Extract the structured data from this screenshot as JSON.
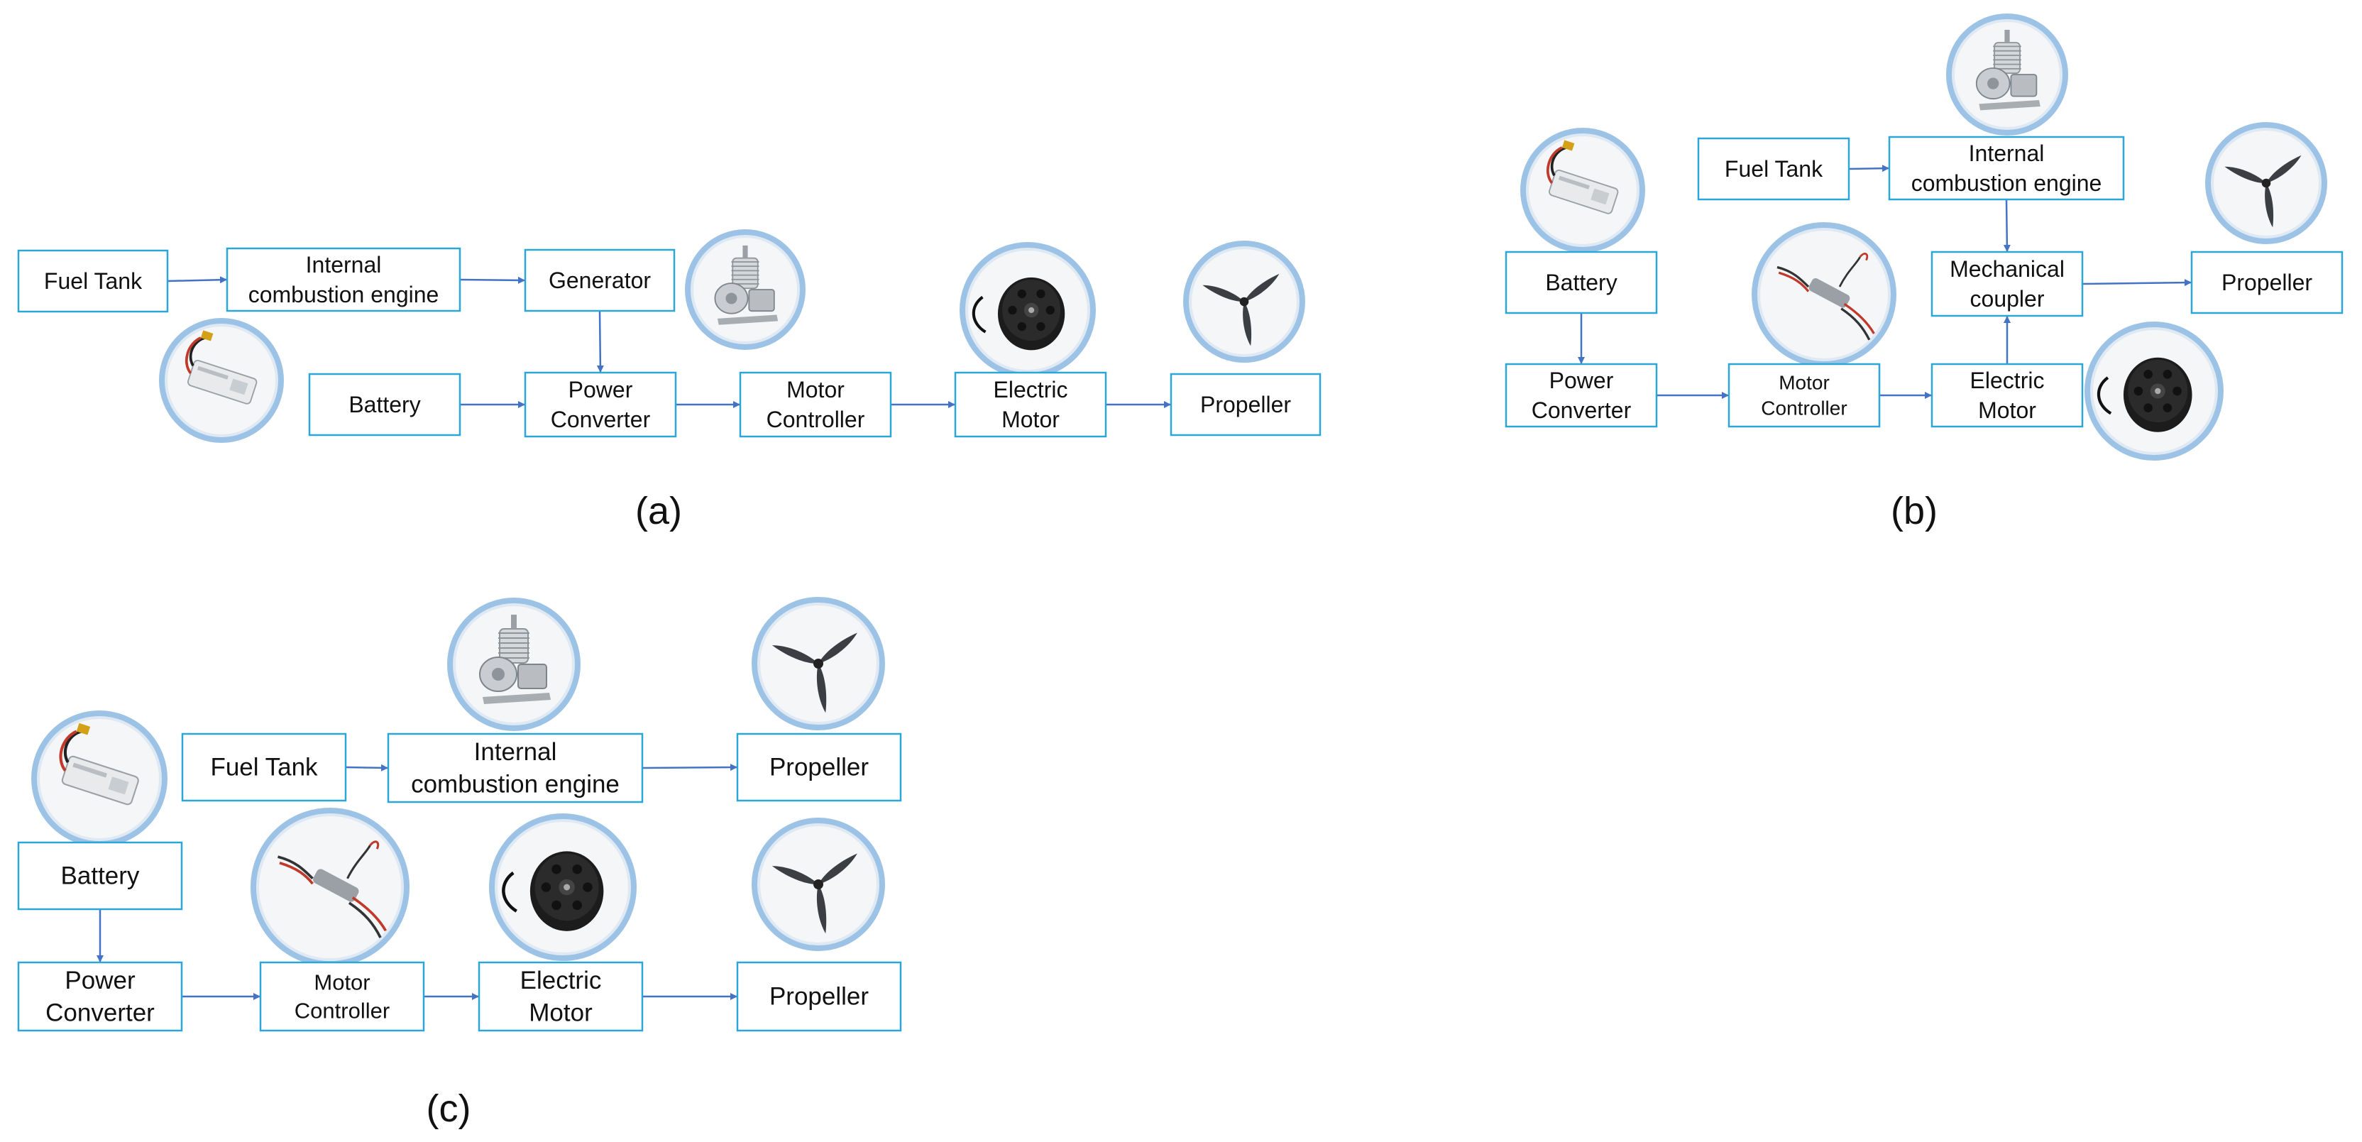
{
  "colors": {
    "box_stroke": "#2aa7d6",
    "arrow": "#4472c4",
    "icon_ring": "#9cc3e6",
    "icon_fill": "#f4f6f8",
    "text": "#111111"
  },
  "panels": [
    {
      "id": "a",
      "caption": "(a)",
      "boxes": [
        {
          "id": "a-fuel-tank",
          "lines": [
            "Fuel Tank"
          ]
        },
        {
          "id": "a-ice",
          "lines": [
            "Internal",
            "combustion engine"
          ]
        },
        {
          "id": "a-generator",
          "lines": [
            "Generator"
          ]
        },
        {
          "id": "a-battery",
          "lines": [
            "Battery"
          ]
        },
        {
          "id": "a-power-converter",
          "lines": [
            "Power",
            "Converter"
          ]
        },
        {
          "id": "a-motor-controller",
          "lines": [
            "Motor",
            "Controller"
          ]
        },
        {
          "id": "a-electric-motor",
          "lines": [
            "Electric",
            "Motor"
          ]
        },
        {
          "id": "a-propeller",
          "lines": [
            "Propeller"
          ]
        }
      ],
      "icons": [
        {
          "id": "a-engine-photo",
          "kind": "engine-icon"
        },
        {
          "id": "a-battery-photo",
          "kind": "battery-icon"
        },
        {
          "id": "a-motor-photo",
          "kind": "motor-icon"
        },
        {
          "id": "a-propeller-photo",
          "kind": "propeller-icon"
        }
      ]
    },
    {
      "id": "b",
      "caption": "(b)",
      "boxes": [
        {
          "id": "b-fuel-tank",
          "lines": [
            "Fuel Tank"
          ]
        },
        {
          "id": "b-ice",
          "lines": [
            "Internal",
            "combustion engine"
          ]
        },
        {
          "id": "b-battery",
          "lines": [
            "Battery"
          ]
        },
        {
          "id": "b-mech-coupler",
          "lines": [
            "Mechanical",
            "coupler"
          ]
        },
        {
          "id": "b-propeller",
          "lines": [
            "Propeller"
          ]
        },
        {
          "id": "b-power-converter",
          "lines": [
            "Power",
            "Converter"
          ]
        },
        {
          "id": "b-motor-controller",
          "lines": [
            "Motor",
            "Controller"
          ]
        },
        {
          "id": "b-electric-motor",
          "lines": [
            "Electric",
            "Motor"
          ]
        }
      ],
      "icons": [
        {
          "id": "b-engine-photo",
          "kind": "engine-icon"
        },
        {
          "id": "b-battery-photo",
          "kind": "battery-icon"
        },
        {
          "id": "b-esc-photo",
          "kind": "esc-icon"
        },
        {
          "id": "b-propeller-photo",
          "kind": "propeller-icon"
        },
        {
          "id": "b-motor-photo",
          "kind": "motor-icon"
        }
      ]
    },
    {
      "id": "c",
      "caption": "(c)",
      "boxes": [
        {
          "id": "c-fuel-tank",
          "lines": [
            "Fuel Tank"
          ]
        },
        {
          "id": "c-ice",
          "lines": [
            "Internal",
            "combustion engine"
          ]
        },
        {
          "id": "c-propeller-top",
          "lines": [
            "Propeller"
          ]
        },
        {
          "id": "c-battery",
          "lines": [
            "Battery"
          ]
        },
        {
          "id": "c-power-converter",
          "lines": [
            "Power",
            "Converter"
          ]
        },
        {
          "id": "c-motor-controller",
          "lines": [
            "Motor",
            "Controller"
          ]
        },
        {
          "id": "c-electric-motor",
          "lines": [
            "Electric",
            "Motor"
          ]
        },
        {
          "id": "c-propeller-bottom",
          "lines": [
            "Propeller"
          ]
        }
      ],
      "icons": [
        {
          "id": "c-engine-photo",
          "kind": "engine-icon"
        },
        {
          "id": "c-battery-photo",
          "kind": "battery-icon"
        },
        {
          "id": "c-propeller-top-photo",
          "kind": "propeller-icon"
        },
        {
          "id": "c-esc-photo",
          "kind": "esc-icon"
        },
        {
          "id": "c-motor-photo",
          "kind": "motor-icon"
        },
        {
          "id": "c-propeller-bottom-photo",
          "kind": "propeller-icon"
        }
      ]
    }
  ]
}
